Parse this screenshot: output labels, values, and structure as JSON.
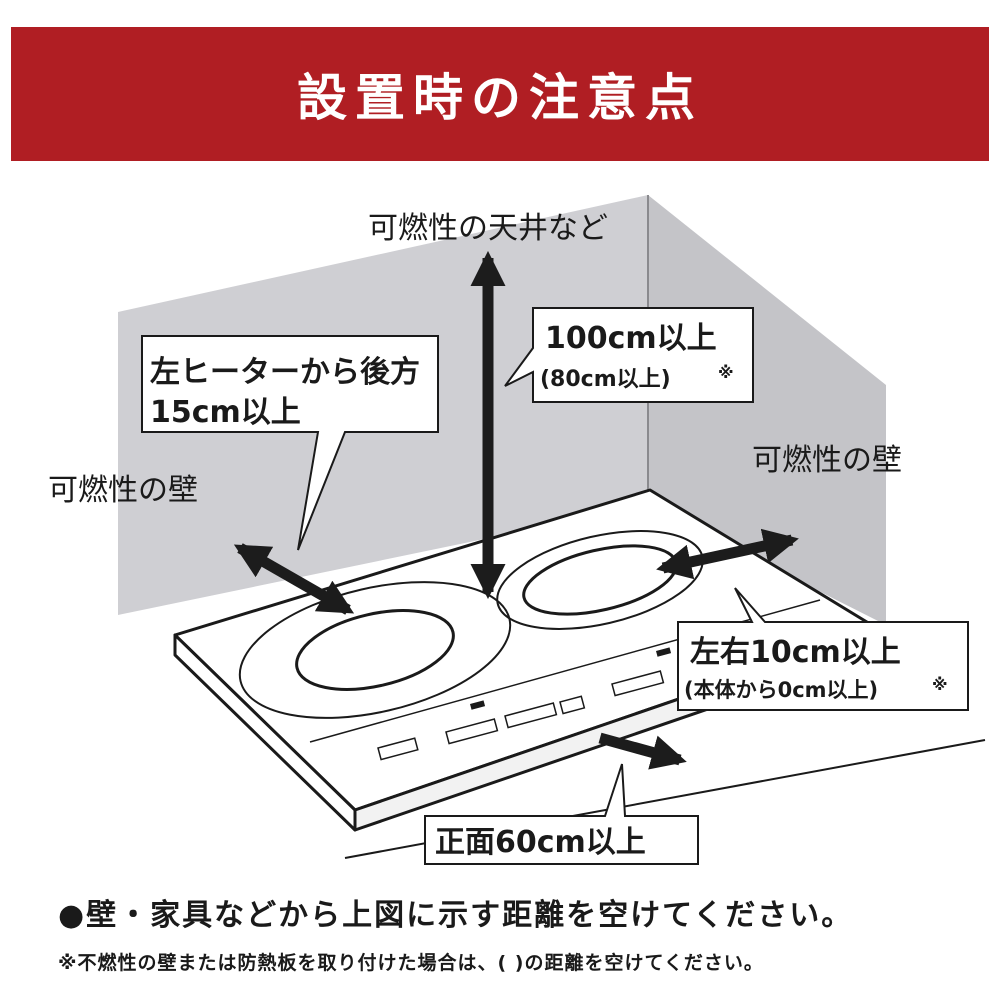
{
  "header": {
    "title": "設置時の注意点"
  },
  "diagram": {
    "ceiling_label": "可燃性の天井など",
    "left_wall_label": "可燃性の壁",
    "right_wall_label": "可燃性の壁",
    "callout_rear": {
      "line1": "左ヒーターから後方",
      "line2": "15cm以上"
    },
    "callout_top": {
      "line1": "100cm以上",
      "line2": "(80cm以上)",
      "mark": "※"
    },
    "callout_side": {
      "line1": "左右10cm以上",
      "line2": "(本体から0cm以上)",
      "mark": "※"
    },
    "callout_front": {
      "line1": "正面60cm以上"
    }
  },
  "notes": {
    "main": "●壁・家具などから上図に示す距離を空けてください。",
    "sub": "※不燃性の壁または防熱板を取り付けた場合は、( )の距離を空けてください。"
  },
  "colors": {
    "header_bg": "#b01e23",
    "wall_fill": "#cfcfd3",
    "wall_right_fill": "#c4c4c8",
    "arrow": "#1c1c1c"
  }
}
